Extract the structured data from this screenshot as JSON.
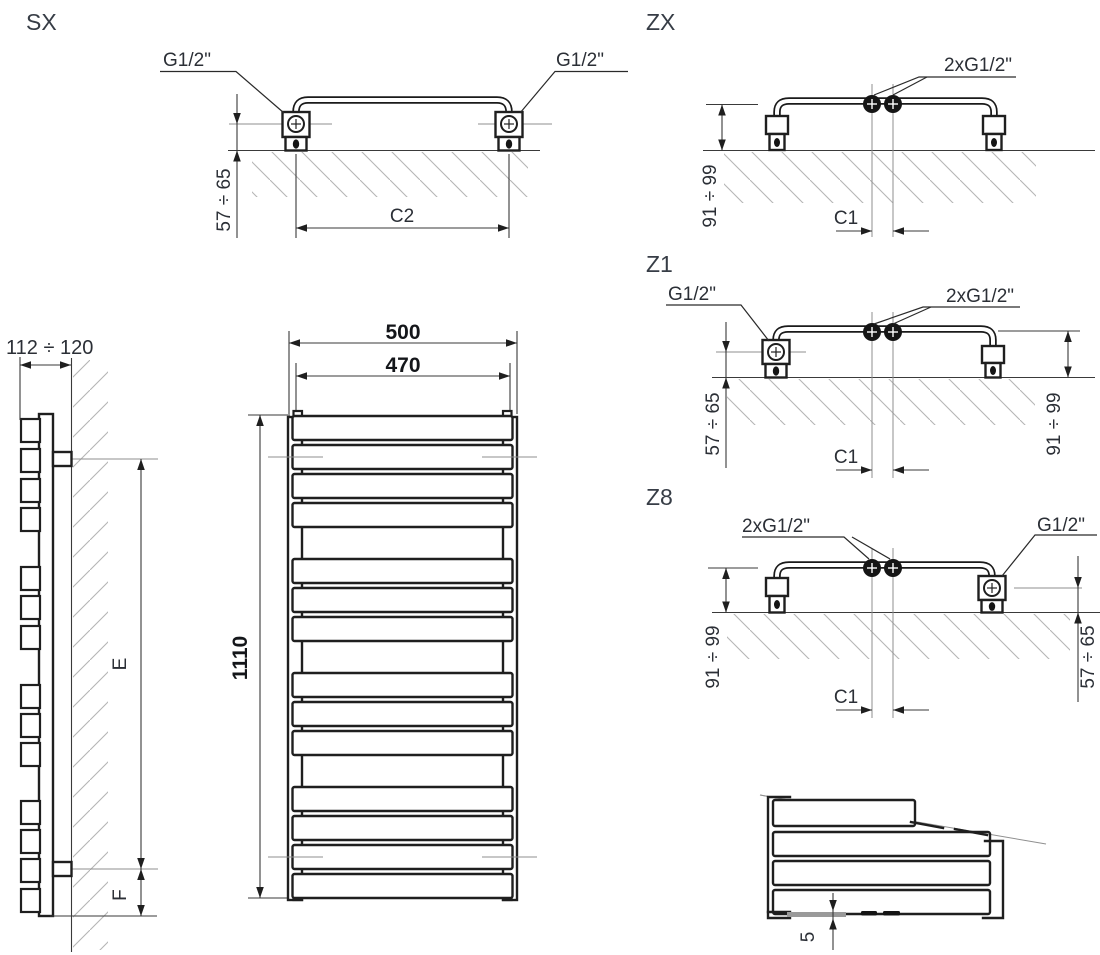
{
  "diagram": {
    "views": {
      "sx": {
        "label": "SX",
        "left_connection": "G1/2\"",
        "right_connection": "G1/2\"",
        "offset_dimension": "57 ÷ 65",
        "span_dimension": "C2"
      },
      "zx": {
        "label": "ZX",
        "center_connection": "2xG1/2\"",
        "offset_dimension": "91 ÷ 99",
        "span_dimension": "C1"
      },
      "z1": {
        "label": "Z1",
        "left_connection": "G1/2\"",
        "center_connection": "2xG1/2\"",
        "left_dimension": "57 ÷ 65",
        "right_dimension": "91 ÷ 99",
        "span_dimension": "C1"
      },
      "z8": {
        "label": "Z8",
        "center_connection": "2xG1/2\"",
        "right_connection": "G1/2\"",
        "left_dimension": "91 ÷ 99",
        "right_dimension": "57 ÷ 65",
        "span_dimension": "C1"
      },
      "side": {
        "depth_dimension": "112 ÷ 120",
        "upper_span_dimension": "E",
        "lower_span_dimension": "F"
      },
      "front": {
        "overall_width": "500",
        "inner_width": "470",
        "overall_height": "1110"
      },
      "plan": {
        "offset_dimension": "5"
      }
    },
    "colors": {
      "line": "#1f1f1f",
      "dimension": "#3a3a3a",
      "hatch": "#b5b5b5",
      "centerline": "#8f8f8f",
      "background": "#ffffff"
    }
  }
}
